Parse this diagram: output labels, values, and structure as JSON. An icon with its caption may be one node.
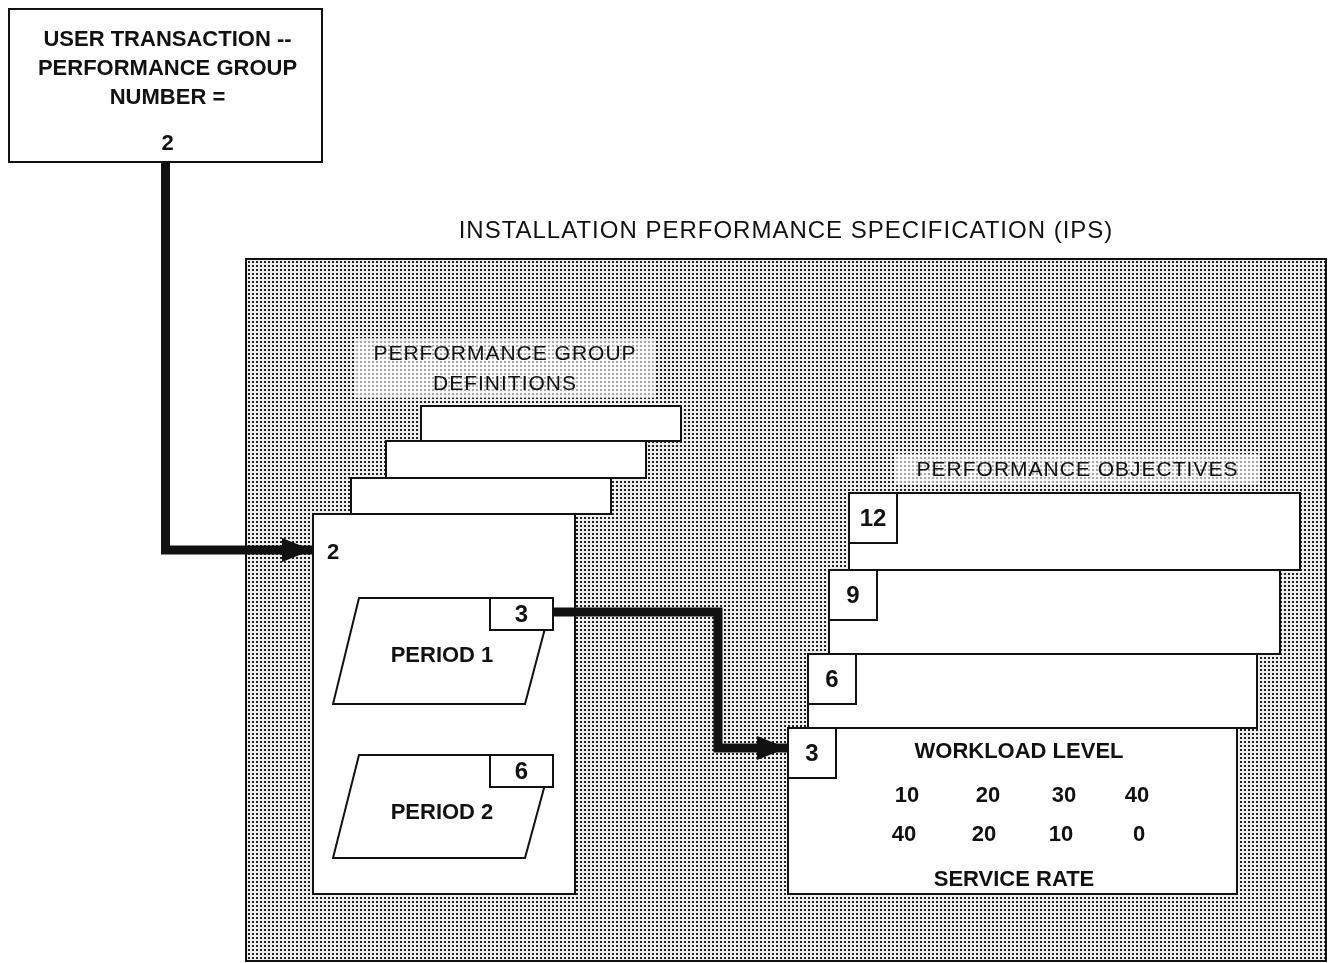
{
  "diagram": {
    "nodes": [
      {
        "text": [
          "USER TRANSACTION -- PERFORMANCE GROUP NUMBER =",
          "2"
        ]
      },
      {
        "text": [
          "INSTALLATION PERFORMANCE SPECIFICATION (IPS)"
        ]
      },
      {
        "text": [],
        "shape": "box",
        "in": 1
      },
      {
        "text": [],
        "shape": "box",
        "in": 1
      },
      {
        "text": [],
        "shape": "box",
        "in": 1
      },
      {
        "text": [
          "2"
        ],
        "in": 1
      },
      {
        "text": [
          "3",
          "PERIOD 1"
        ],
        "in": 5
      },
      {
        "text": [
          "6",
          "PERIOD 2"
        ],
        "in": 5
      },
      {
        "text": [
          "12"
        ],
        "in": 1
      },
      {
        "text": [
          "9"
        ],
        "in": 1
      },
      {
        "text": [
          "6"
        ],
        "in": 1
      },
      {
        "text": [
          "3",
          "WORKLOAD LEVEL",
          "10",
          "20",
          "30",
          "40",
          "40",
          "20",
          "10",
          "0",
          "SERVICE RATE"
        ],
        "in": 1
      }
    ],
    "edges": [
      {
        "from": 0,
        "to": 5,
        "arrow": "to"
      },
      {
        "from": 6,
        "to": 11,
        "arrow": "to"
      }
    ],
    "labels": [
      "PERFORMANCE GROUP DEFINITIONS",
      "PERFORMANCE OBJECTIVES"
    ]
  }
}
